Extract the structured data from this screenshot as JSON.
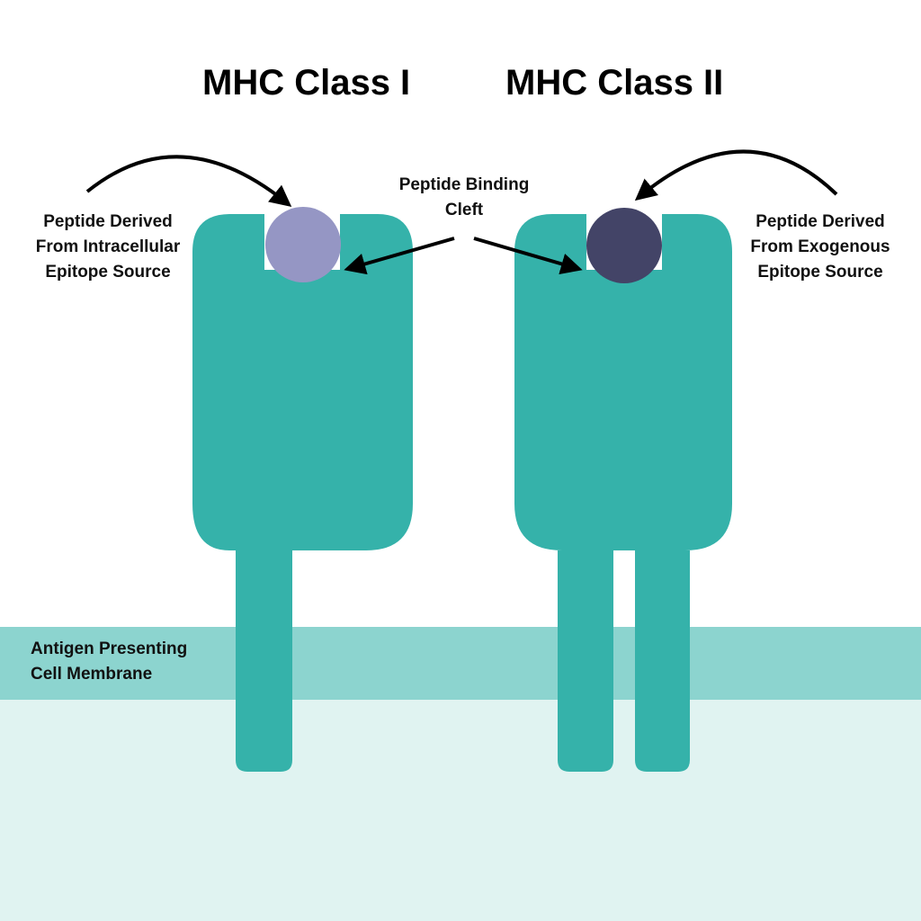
{
  "titles": {
    "class_one": "MHC Class I",
    "class_two": "MHC Class II"
  },
  "labels": {
    "peptide_intracellular": [
      "Peptide Derived",
      "From Intracellular",
      "Epitope Source"
    ],
    "peptide_exogenous": [
      "Peptide Derived",
      "From Exogenous",
      "Epitope Source"
    ],
    "binding_cleft": [
      "Peptide Binding",
      "Cleft"
    ],
    "membrane": [
      "Antigen Presenting",
      "Cell Membrane"
    ]
  },
  "colors": {
    "protein": "#35b2aa",
    "membrane": "#8cd4cf",
    "cytoplasm": "#e0f3f1",
    "peptide_class_one": "#9596c4",
    "peptide_class_two": "#434467",
    "arrow": "#000000"
  }
}
